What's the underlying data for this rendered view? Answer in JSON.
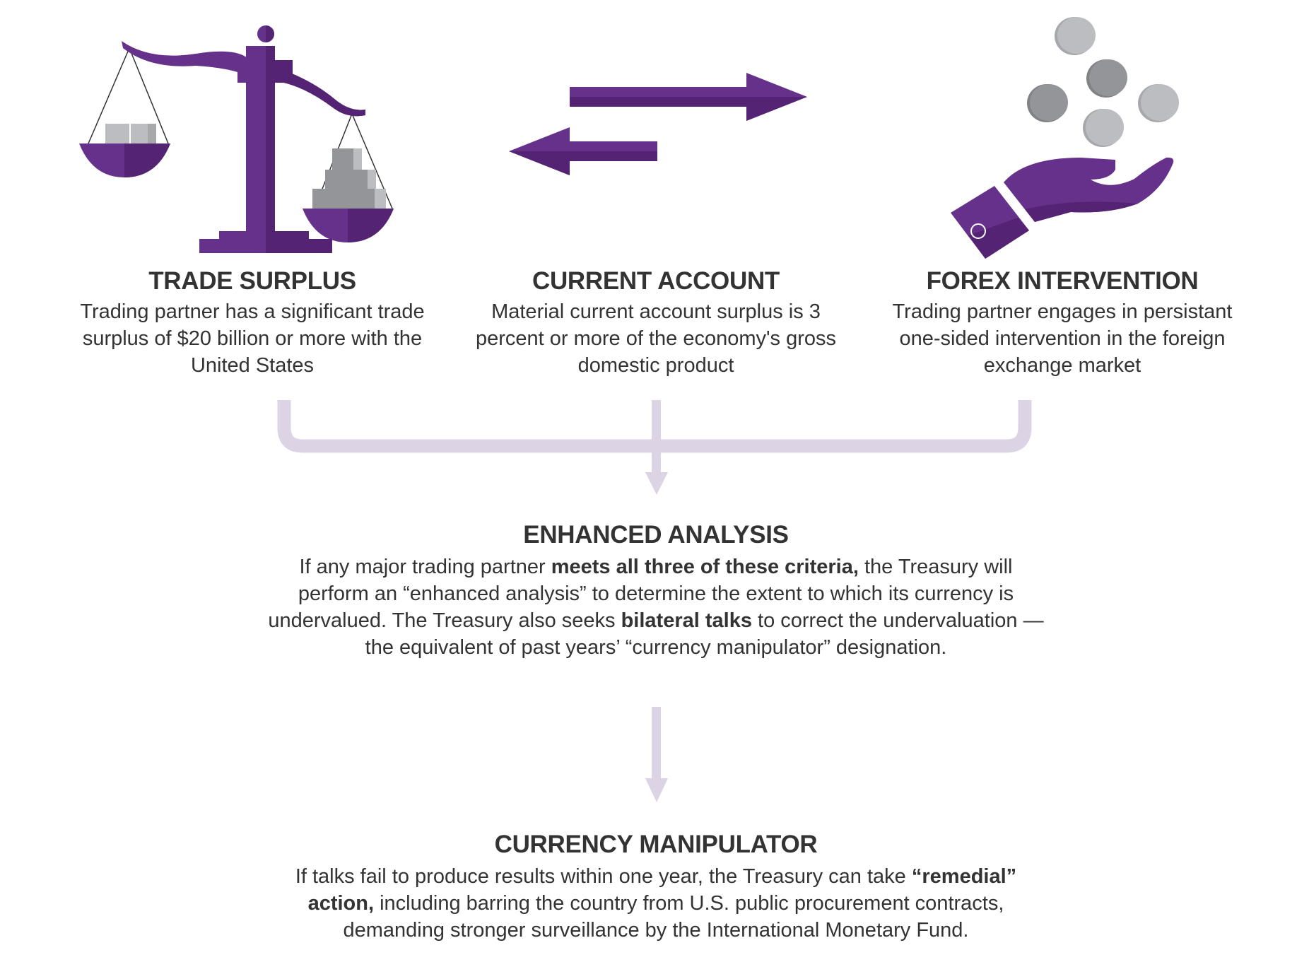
{
  "colors": {
    "purple_light": "#66318b",
    "purple_dark": "#552373",
    "connector": "#dcd3e5",
    "coin_light": "#bcbdc0",
    "coin_dark": "#939598",
    "text": "#333333"
  },
  "criteria": [
    {
      "icon": "scale-icon",
      "title": "TRADE SURPLUS",
      "description": "Trading partner has a significant trade surplus of $20 billion or more with the United States"
    },
    {
      "icon": "arrows-exchange-icon",
      "title": "CURRENT ACCOUNT",
      "description": "Material current account surplus is 3 percent or more of the economy's gross domestic product"
    },
    {
      "icon": "hand-coins-icon",
      "title": "FOREX INTERVENTION",
      "description": "Trading partner engages in persistant one-sided intervention in the foreign exchange market"
    }
  ],
  "enhanced_analysis": {
    "title": "ENHANCED ANALYSIS",
    "text_1": "If any major trading partner ",
    "bold_1": "meets all three of these criteria,",
    "text_2": " the Treasury will perform an “enhanced analysis” to determine the extent to which its currency is undervalued. The Treasury also seeks ",
    "bold_2": "bilateral talks",
    "text_3": " to correct the undervaluation — the equivalent of past years’ “currency manipulator” designation."
  },
  "currency_manipulator": {
    "title": "CURRENCY MANIPULATOR",
    "text_1": "If talks fail to produce results within one year, the Treasury can take ",
    "bold_1": "“remedial” action,",
    "text_2": " including barring the country from U.S. public procurement contracts, demanding stronger surveillance by the International Monetary Fund."
  }
}
